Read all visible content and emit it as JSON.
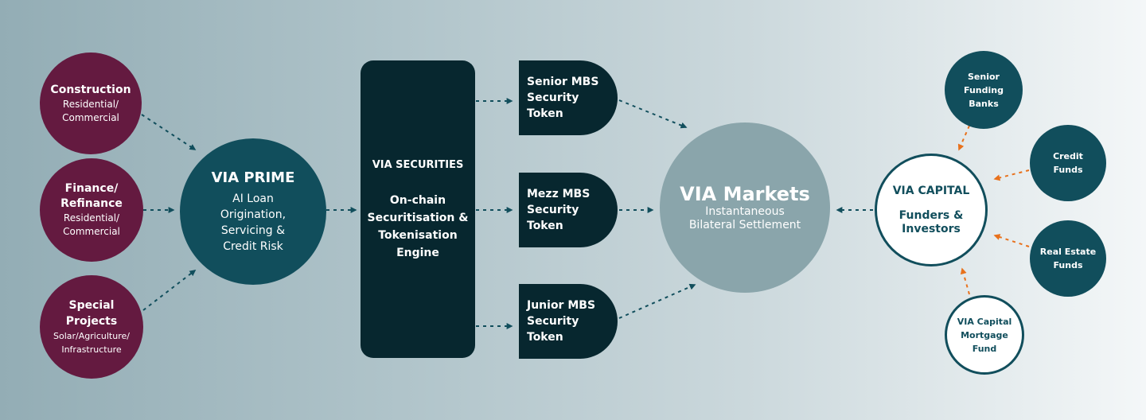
{
  "sources": {
    "construction": {
      "title": "Construction",
      "sub": "Residential/\nCommercial"
    },
    "finance": {
      "title": "Finance/\nRefinance",
      "sub": "Residential/\nCommercial"
    },
    "special": {
      "title": "Special\nProjects",
      "sub": "Solar/Agriculture/\nInfrastructure"
    }
  },
  "prime": {
    "title": "VIA PRIME",
    "sub": "AI Loan\nOrigination,\nServicing &\nCredit Risk"
  },
  "securities": {
    "title": "VIA SECURITIES",
    "sub": "On-chain\nSecuritisation &\nTokenisation\nEngine"
  },
  "tokens": {
    "senior": "Senior MBS\nSecurity\nToken",
    "mezz": "Mezz MBS\nSecurity\nToken",
    "junior": "Junior MBS\nSecurity\nToken"
  },
  "markets": {
    "title": "VIA Markets",
    "sub": "Instantaneous\nBilateral Settlement"
  },
  "capital": {
    "title": "VIA CAPITAL",
    "sub": "Funders &\nInvestors"
  },
  "funders": {
    "senior_banks": "Senior\nFunding\nBanks",
    "credit_funds": "Credit\nFunds",
    "real_estate": "Real Estate\nFunds",
    "mortgage_fund": "VIA Capital\nMortgage\nFund"
  },
  "colors": {
    "maroon": "#641a40",
    "teal": "#114e5c",
    "navy": "#07272f",
    "grey": "#8aa5ab",
    "arrow_dark": "#114e5c",
    "arrow_orange": "#e8711c"
  }
}
